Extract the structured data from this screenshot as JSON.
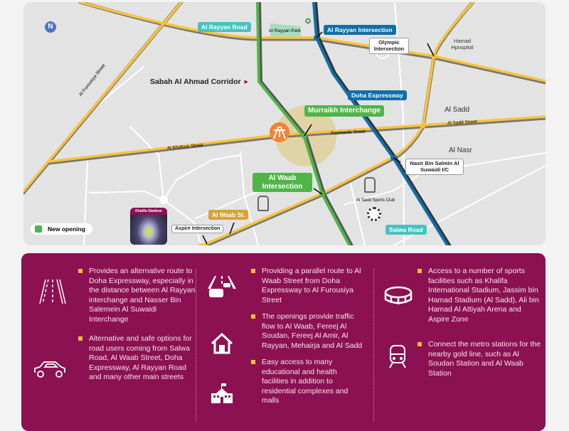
{
  "map": {
    "north": "N",
    "roads": {
      "al_rayyan_road": "Al Rayyan Road",
      "al_rayyan_park": "Al Rayyan Park",
      "al_rayyan_intersection": "Al Rayyan Intersection",
      "olympic": "Olympic Intersection",
      "hamad_hospital": "Hamad Hpospital",
      "corridor": "Sabah Al Ahmad Corridor",
      "al_furousiya": "Al Furousiya Street",
      "doha_expressway": "Doha Expressway",
      "murraikh": "Murraikh Interchange",
      "al_sadd": "Al Sadd",
      "al_sadd_street": "Al Sadd Street",
      "rasheeda": "Rasheeda Street",
      "al_khufous": "Al Khufous Street",
      "al_nasr": "Al Nasr",
      "nasir": "Nasir Bin Salmin Al Suwaidi I/C",
      "al_waab_intersection": "Al Waab Intersection",
      "al_sadd_club": "Al Sadd Sports Club",
      "khalifa": "Khalifa Stadium",
      "al_waab_st": "Al Waab St.",
      "aspire": "Aspire Intersection",
      "salwa": "Salwa Road"
    },
    "legend": "New opening",
    "colors": {
      "green": "#4fb548",
      "blue": "#0f6ea9",
      "yellow": "#f9c33a",
      "teal": "#45c4bf",
      "purple": "#8c1152"
    }
  },
  "panel": {
    "items": [
      "Provides an alternative route to Doha Expressway, especially in the distance between Al Rayyan interchange and Nasser Bin Salemein Al Suwaidi Interchange",
      "Alternative and safe options for road users coming from Salwa Road, Al Waab Street, Doha Expressway, Al Rayyan Road and many other main streets",
      "Providing a parallel route to Al Waab Street from Doha Expressway to Al Furousiya Street",
      "The openings provide traffic flow to Al Waab, Fereej Al Soudan, Fereej Al Amir, Al Rayyan, Mehairja and Al Sadd",
      "Easy access to many educational and health facilities in addition to residential complexes and malls",
      "Access to a number of sports facilities such as Khalifa International Stadium, Jassim bin Hamad Stadium (Al Sadd), Ali bin Hamad Al Attiyah Arena and Aspire Zone",
      "Connect the metro stations for the nearby gold line, such as Al Soudan Station and Al Waab Station"
    ]
  }
}
